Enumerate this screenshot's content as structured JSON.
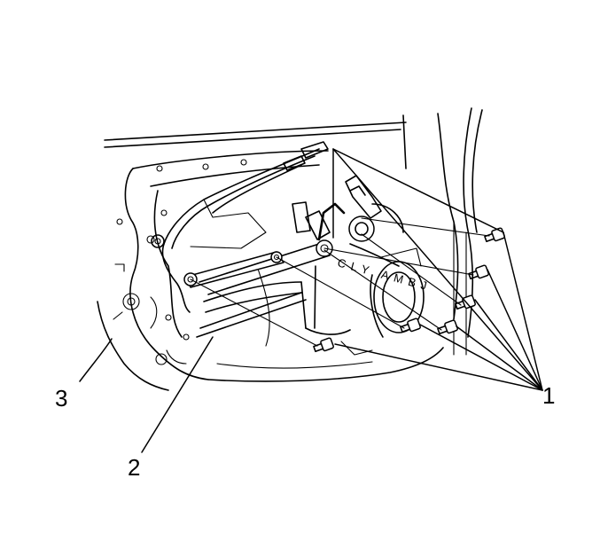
{
  "callouts": [
    {
      "id": "1",
      "label": "1"
    },
    {
      "id": "2",
      "label": "2"
    },
    {
      "id": "3",
      "label": "3"
    }
  ],
  "stamp_text": "CLY AMBJ"
}
